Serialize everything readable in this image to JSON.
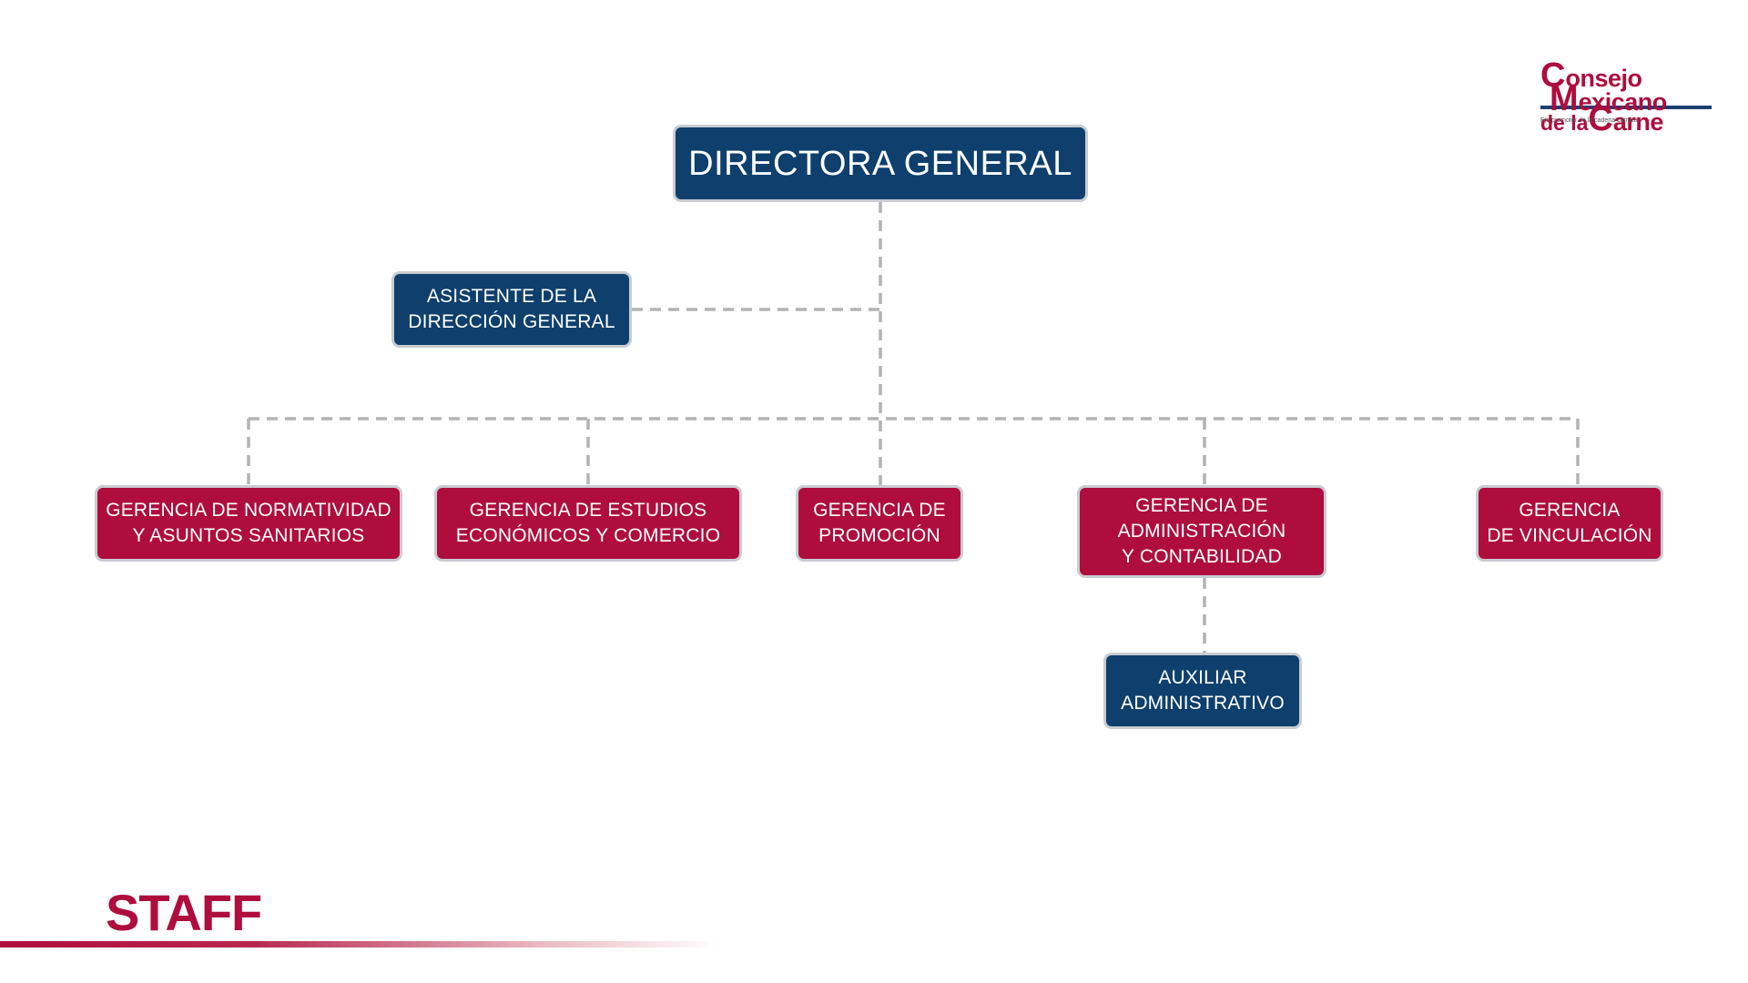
{
  "chart": {
    "director": "DIRECTORA GENERAL",
    "assistant": "ASISTENTE DE LA\nDIRECCIÓN GENERAL",
    "managers": [
      "GERENCIA DE NORMATIVIDAD\nY ASUNTOS SANITARIOS",
      "GERENCIA DE ESTUDIOS\nECONÓMICOS Y COMERCIO",
      "GERENCIA DE\nPROMOCIÓN",
      "GERENCIA DE\nADMINISTRACIÓN\nY CONTABILIDAD",
      "GERENCIA\nDE VINCULACIÓN"
    ],
    "auxiliary": "AUXILIAR\nADMINISTRATIVO"
  },
  "logo": {
    "cap_c": "C",
    "line1": "onsejo",
    "cap_m": "M",
    "line2": "exicano",
    "line3_small": "de la",
    "cap_c2": "C",
    "line3": "arne",
    "tagline": "Eje promotor de la cadena cárnica."
  },
  "footer": {
    "section_title": "STAFF"
  },
  "colors": {
    "blue": "#0e3f6d",
    "red": "#ae0d3d",
    "connector": "#b3b3b3",
    "logo_rule": "#1b3f73"
  }
}
